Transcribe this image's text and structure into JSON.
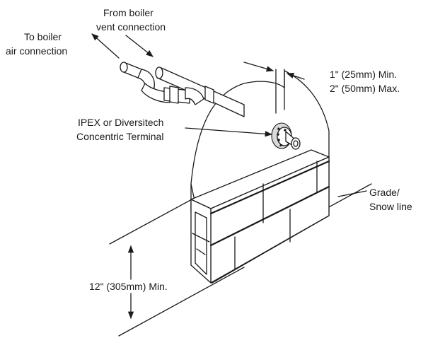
{
  "labels": {
    "from_boiler_line1": "From boiler",
    "from_boiler_line2": "vent connection",
    "to_boiler_line1": "To boiler",
    "to_boiler_line2": "air connection",
    "clearance_min": "1\" (25mm) Min.",
    "clearance_max": "2\" (50mm) Max.",
    "terminal_line1": "IPEX or Diversitech",
    "terminal_line2": "Concentric Terminal",
    "grade_line1": "Grade/",
    "grade_line2": "Snow line",
    "height_min": "12\" (305mm) Min."
  }
}
